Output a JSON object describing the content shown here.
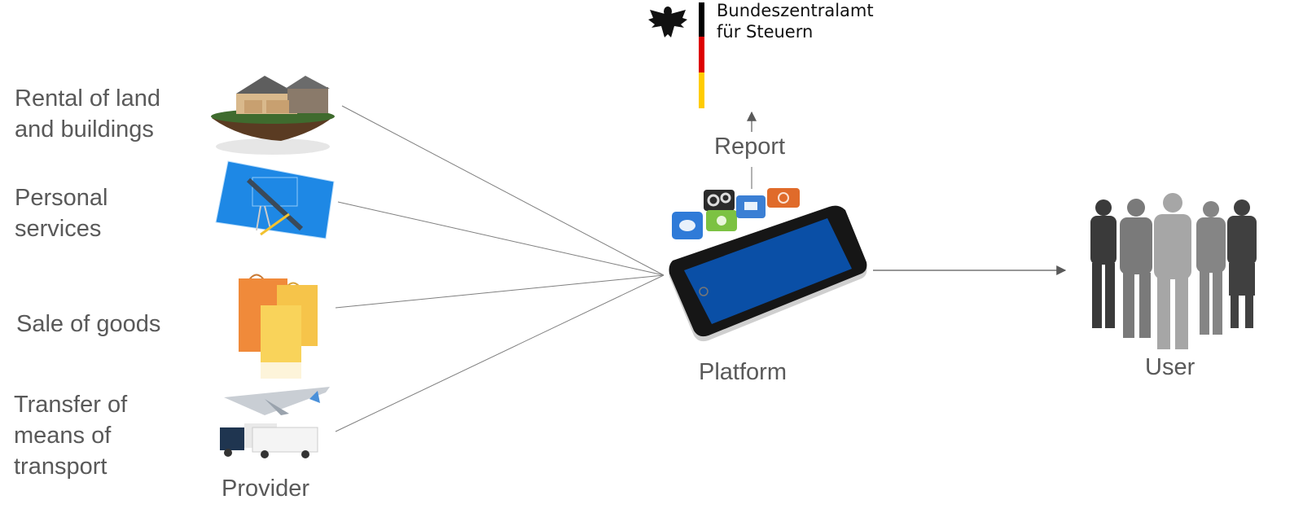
{
  "providers": [
    {
      "label": "Rental of land\nand buildings",
      "icon": "house-icon"
    },
    {
      "label": "Personal\nservices",
      "icon": "blueprint-icon"
    },
    {
      "label": "Sale of goods",
      "icon": "shopping-bags-icon"
    },
    {
      "label": "Transfer of\nmeans of\ntransport",
      "icon": "truck-plane-icon"
    }
  ],
  "captions": {
    "provider": "Provider",
    "platform": "Platform",
    "user": "User",
    "report": "Report"
  },
  "authority": {
    "name": "Bundeszentralamt\nfür Steuern",
    "flag_colors": [
      "#000000",
      "#dd0000",
      "#ffcc00"
    ]
  },
  "colors": {
    "text": "#595959",
    "line": "#7f7f7f",
    "tablet_screen": "#0a4fa6"
  }
}
